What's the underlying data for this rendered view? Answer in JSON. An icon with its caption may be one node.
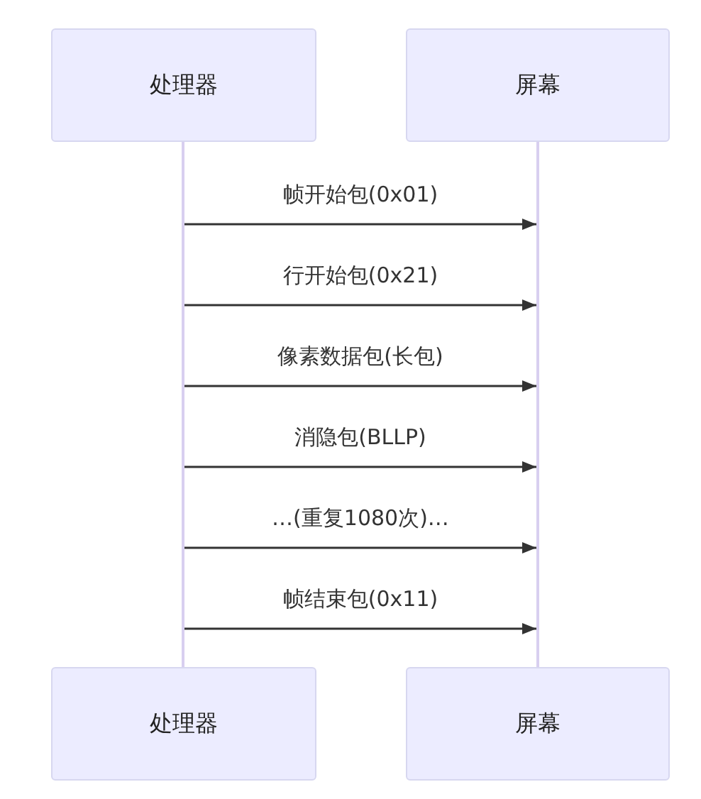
{
  "diagram": {
    "nodes": [
      {
        "text": [
          "处理器"
        ]
      },
      {
        "text": [
          "屏幕"
        ]
      },
      {
        "text": [
          "处理器"
        ]
      },
      {
        "text": [
          "屏幕"
        ]
      },
      {
        "text": [],
        "shape": "bar"
      },
      {
        "text": [],
        "shape": "bar"
      }
    ],
    "edges": [
      {
        "from": 4,
        "to": 5,
        "arrow": "to",
        "label": "帧开始包(0x01)"
      },
      {
        "from": 4,
        "to": 5,
        "arrow": "to",
        "label": "行开始包(0x21)"
      },
      {
        "from": 4,
        "to": 5,
        "arrow": "to",
        "label": "像素数据包(长包)"
      },
      {
        "from": 4,
        "to": 5,
        "arrow": "to",
        "label": "消隐包(BLLP)"
      },
      {
        "from": 4,
        "to": 5,
        "arrow": "to",
        "label": "…(重复1080次)…"
      },
      {
        "from": 4,
        "to": 5,
        "arrow": "to",
        "label": "帧结束包(0x11)"
      }
    ]
  }
}
